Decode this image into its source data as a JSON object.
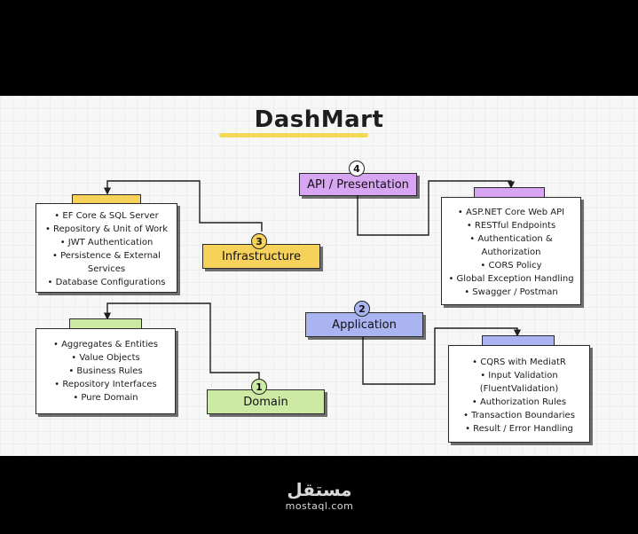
{
  "title": "DashMart",
  "colors": {
    "title_underline": "#f2da57",
    "infrastructure": "#f6d25a",
    "api": "#d8a5f2",
    "application": "#a9b4f0",
    "domain": "#cdeaa5"
  },
  "layers": {
    "infrastructure": {
      "number": "3",
      "label": "Infrastructure",
      "items": [
        "• EF Core & SQL Server",
        "• Repository & Unit of Work",
        "• JWT Authentication",
        "• Persistence & External",
        "Services",
        "• Database Configurations"
      ]
    },
    "api": {
      "number": "4",
      "label": "API / Presentation",
      "items": [
        "• ASP.NET Core Web API",
        "• RESTful Endpoints",
        "• Authentication &",
        "Authorization",
        "• CORS Policy",
        "• Global Exception Handling",
        "• Swagger / Postman"
      ]
    },
    "domain": {
      "number": "1",
      "label": "Domain",
      "items": [
        "• Aggregates & Entities",
        "• Value Objects",
        "• Business Rules",
        "• Repository Interfaces",
        "• Pure Domain"
      ]
    },
    "application": {
      "number": "2",
      "label": "Application",
      "items": [
        "• CQRS with MediatR",
        "• Input Validation",
        "(FluentValidation)",
        "• Authorization Rules",
        "• Transaction Boundaries",
        "• Result / Error Handling"
      ]
    }
  },
  "watermark": {
    "arabic": "مستقل",
    "latin": "mostaql.com"
  }
}
